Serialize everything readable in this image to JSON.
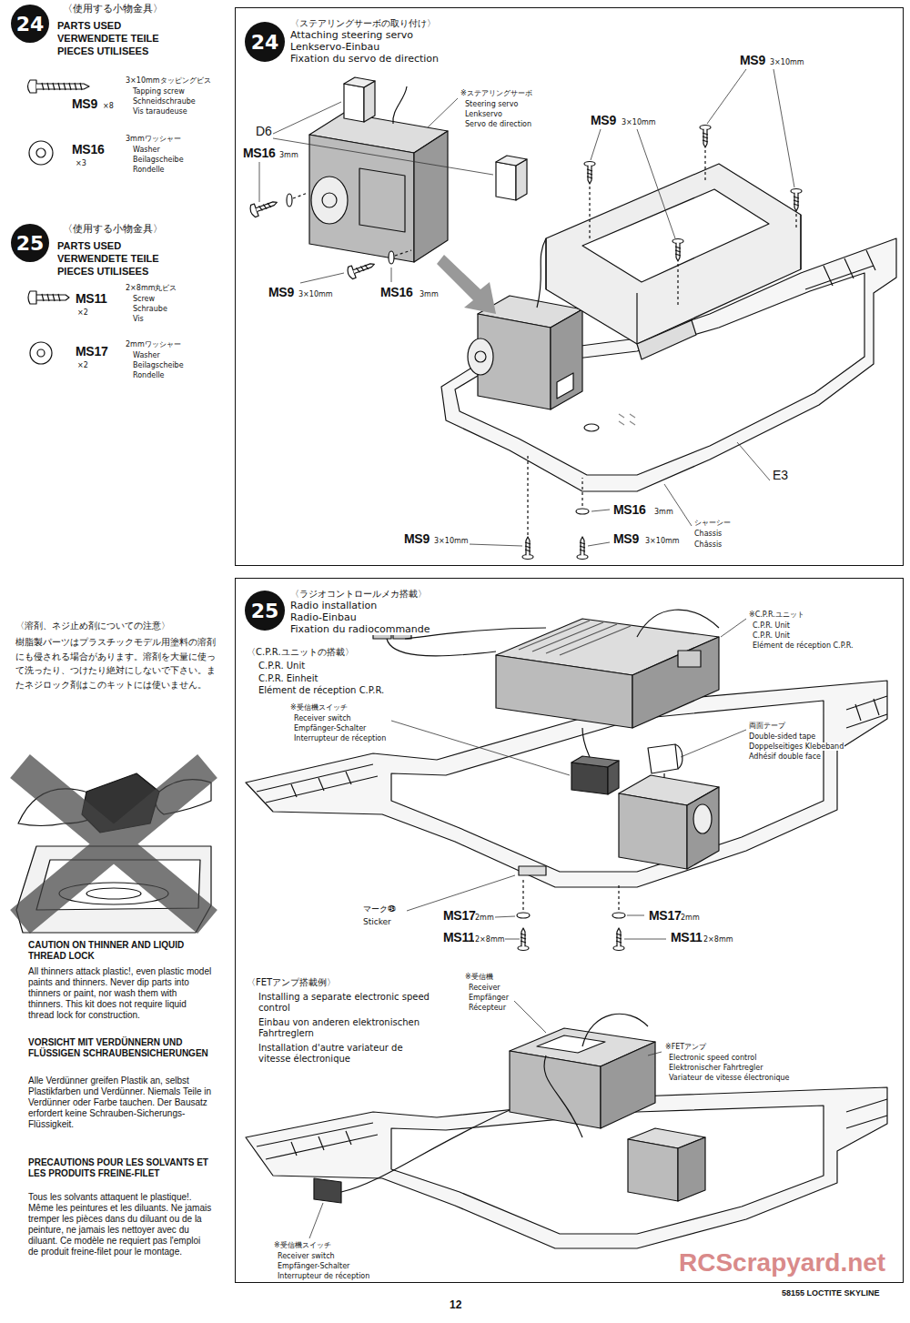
{
  "diagram": {
    "nodes": [
      {
        "text": [
          "24"
        ]
      },
      {
        "text": [
          "25"
        ]
      },
      {
        "text": [
          "〈ステアリングサーボの取り付け〉",
          "Attaching steering servo",
          "Lenkservo-Einbau",
          "Fixation du servo de direction"
        ]
      },
      {
        "text": [
          "24"
        ],
        "in": 2
      },
      {
        "text": [
          "〈ラジオコントロールメカ搭載〉",
          "Radio installation",
          "Radio-Einbau",
          "Fixation du radiocommande"
        ]
      },
      {
        "text": [
          "25"
        ],
        "in": 4
      }
    ],
    "labels": [
      "〈使用する小物金具〉",
      "PARTS USED",
      "VERWENDETE TEILE",
      "PIECES UTILISEES",
      "3×10mmタッピングビス",
      "Tapping screw",
      "Schneidschraube",
      "Vis taraudeuse",
      "MS9",
      "×8",
      "3mmワッシャー",
      "Washer",
      "Beilagscheibe",
      "Rondelle",
      "MS16",
      "×3",
      "〈使用する小物金具〉",
      "PARTS USED",
      "VERWENDETE TEILE",
      "PIECES UTILISEES",
      "2×8mm丸ビス",
      "Screw",
      "Schraube",
      "Vis",
      "MS11",
      "×2",
      "2mmワッシャー",
      "Washer",
      "Beilagscheibe",
      "Rondelle",
      "MS17",
      "×2",
      "〈溶剤、ネジ止め剤についての注意〉",
      "樹脂製パーツはプラスチックモデル用塗料の溶剤にも侵される場合があります。溶剤を大量に使って洗ったり、つけたり絶対にしないで下さい。またネジロック剤はこのキットには使いません。",
      "CAUTION ON THINNER AND LIQUID THREAD LOCK",
      "All thinners attack plastic!, even plastic model paints and thinners. Never dip parts into thinners or paint, nor wash them with thinners. This kit does not require liquid thread lock for construction.",
      "VORSICHT MIT VERDÜNNERN UND FLÜSSIGEN SCHRAUBENSICHERUNGEN",
      "Alle Verdünner greifen Plastik an, selbst Plastikfarben und Verdünner. Niemals Teile in Verdünner oder Farbe tauchen. Der Bausatz erfordert keine Schrauben-Sicherungs-Flüssigkeit.",
      "PRECAUTIONS POUR LES SOLVANTS ET LES PRODUITS FREINE-FILET",
      "Tous les solvants attaquent le plastique!. Même les peintures et les diluants. Ne jamais tremper les pièces dans du diluant ou de la peinture, ne jamais les nettoyer avec du diluant. Ce modèle ne requiert pas l'emploi de produit freine-filet pour le montage.",
      "D6",
      "※ステアリングサーボ",
      "Steering servo",
      "Lenkservo",
      "Servo de direction",
      "MS16",
      "3mm",
      "MS9",
      "3×10mm",
      "MS16",
      "3mm",
      "MS9",
      "3×10mm",
      "MS9",
      "3×10mm",
      "E3",
      "MS16",
      "3mm",
      "シャーシー",
      "Chassis",
      "Châssis",
      "MS9",
      "3×10mm",
      "MS9",
      "3×10mm",
      "〈C.P.R.ユニットの搭載〉",
      "C.P.R. Unit",
      "C.P.R. Einheit",
      "Elément de réception C.P.R.",
      "※受信機スイッチ",
      "Receiver switch",
      "Empfänger-Schalter",
      "Interrupteur de réception",
      "※C.P.R.ユニット",
      "C.P.R. Unit",
      "C.P.R. Unit",
      "Elément de réception C.P.R.",
      "両面テープ",
      "Double-sided tape",
      "Doppelseitiges Klebeband",
      "Adhésif double face",
      "マーク㊾",
      "Sticker",
      "MS17",
      "2mm",
      "MS11",
      "2×8mm",
      "MS17",
      "2mm",
      "MS11",
      "2×8mm",
      "〈FETアンプ搭載例〉",
      "Installing a separate electronic speed control",
      "Einbau von anderen elektronischen Fahrtreglern",
      "Installation d'autre variateur de vitesse électronique",
      "※受信機",
      "Receiver",
      "Empfänger",
      "Récepteur",
      "※FETアンプ",
      "Electronic speed control",
      "Elektronischer Fahrtregler",
      "Variateur de vitesse électronique",
      "※受信機スイッチ",
      "Receiver switch",
      "Empfänger-Schalter",
      "Interrupteur de réception",
      "12",
      "58155 LOCTITE SKYLINE",
      "RCScrapyard.net"
    ]
  }
}
